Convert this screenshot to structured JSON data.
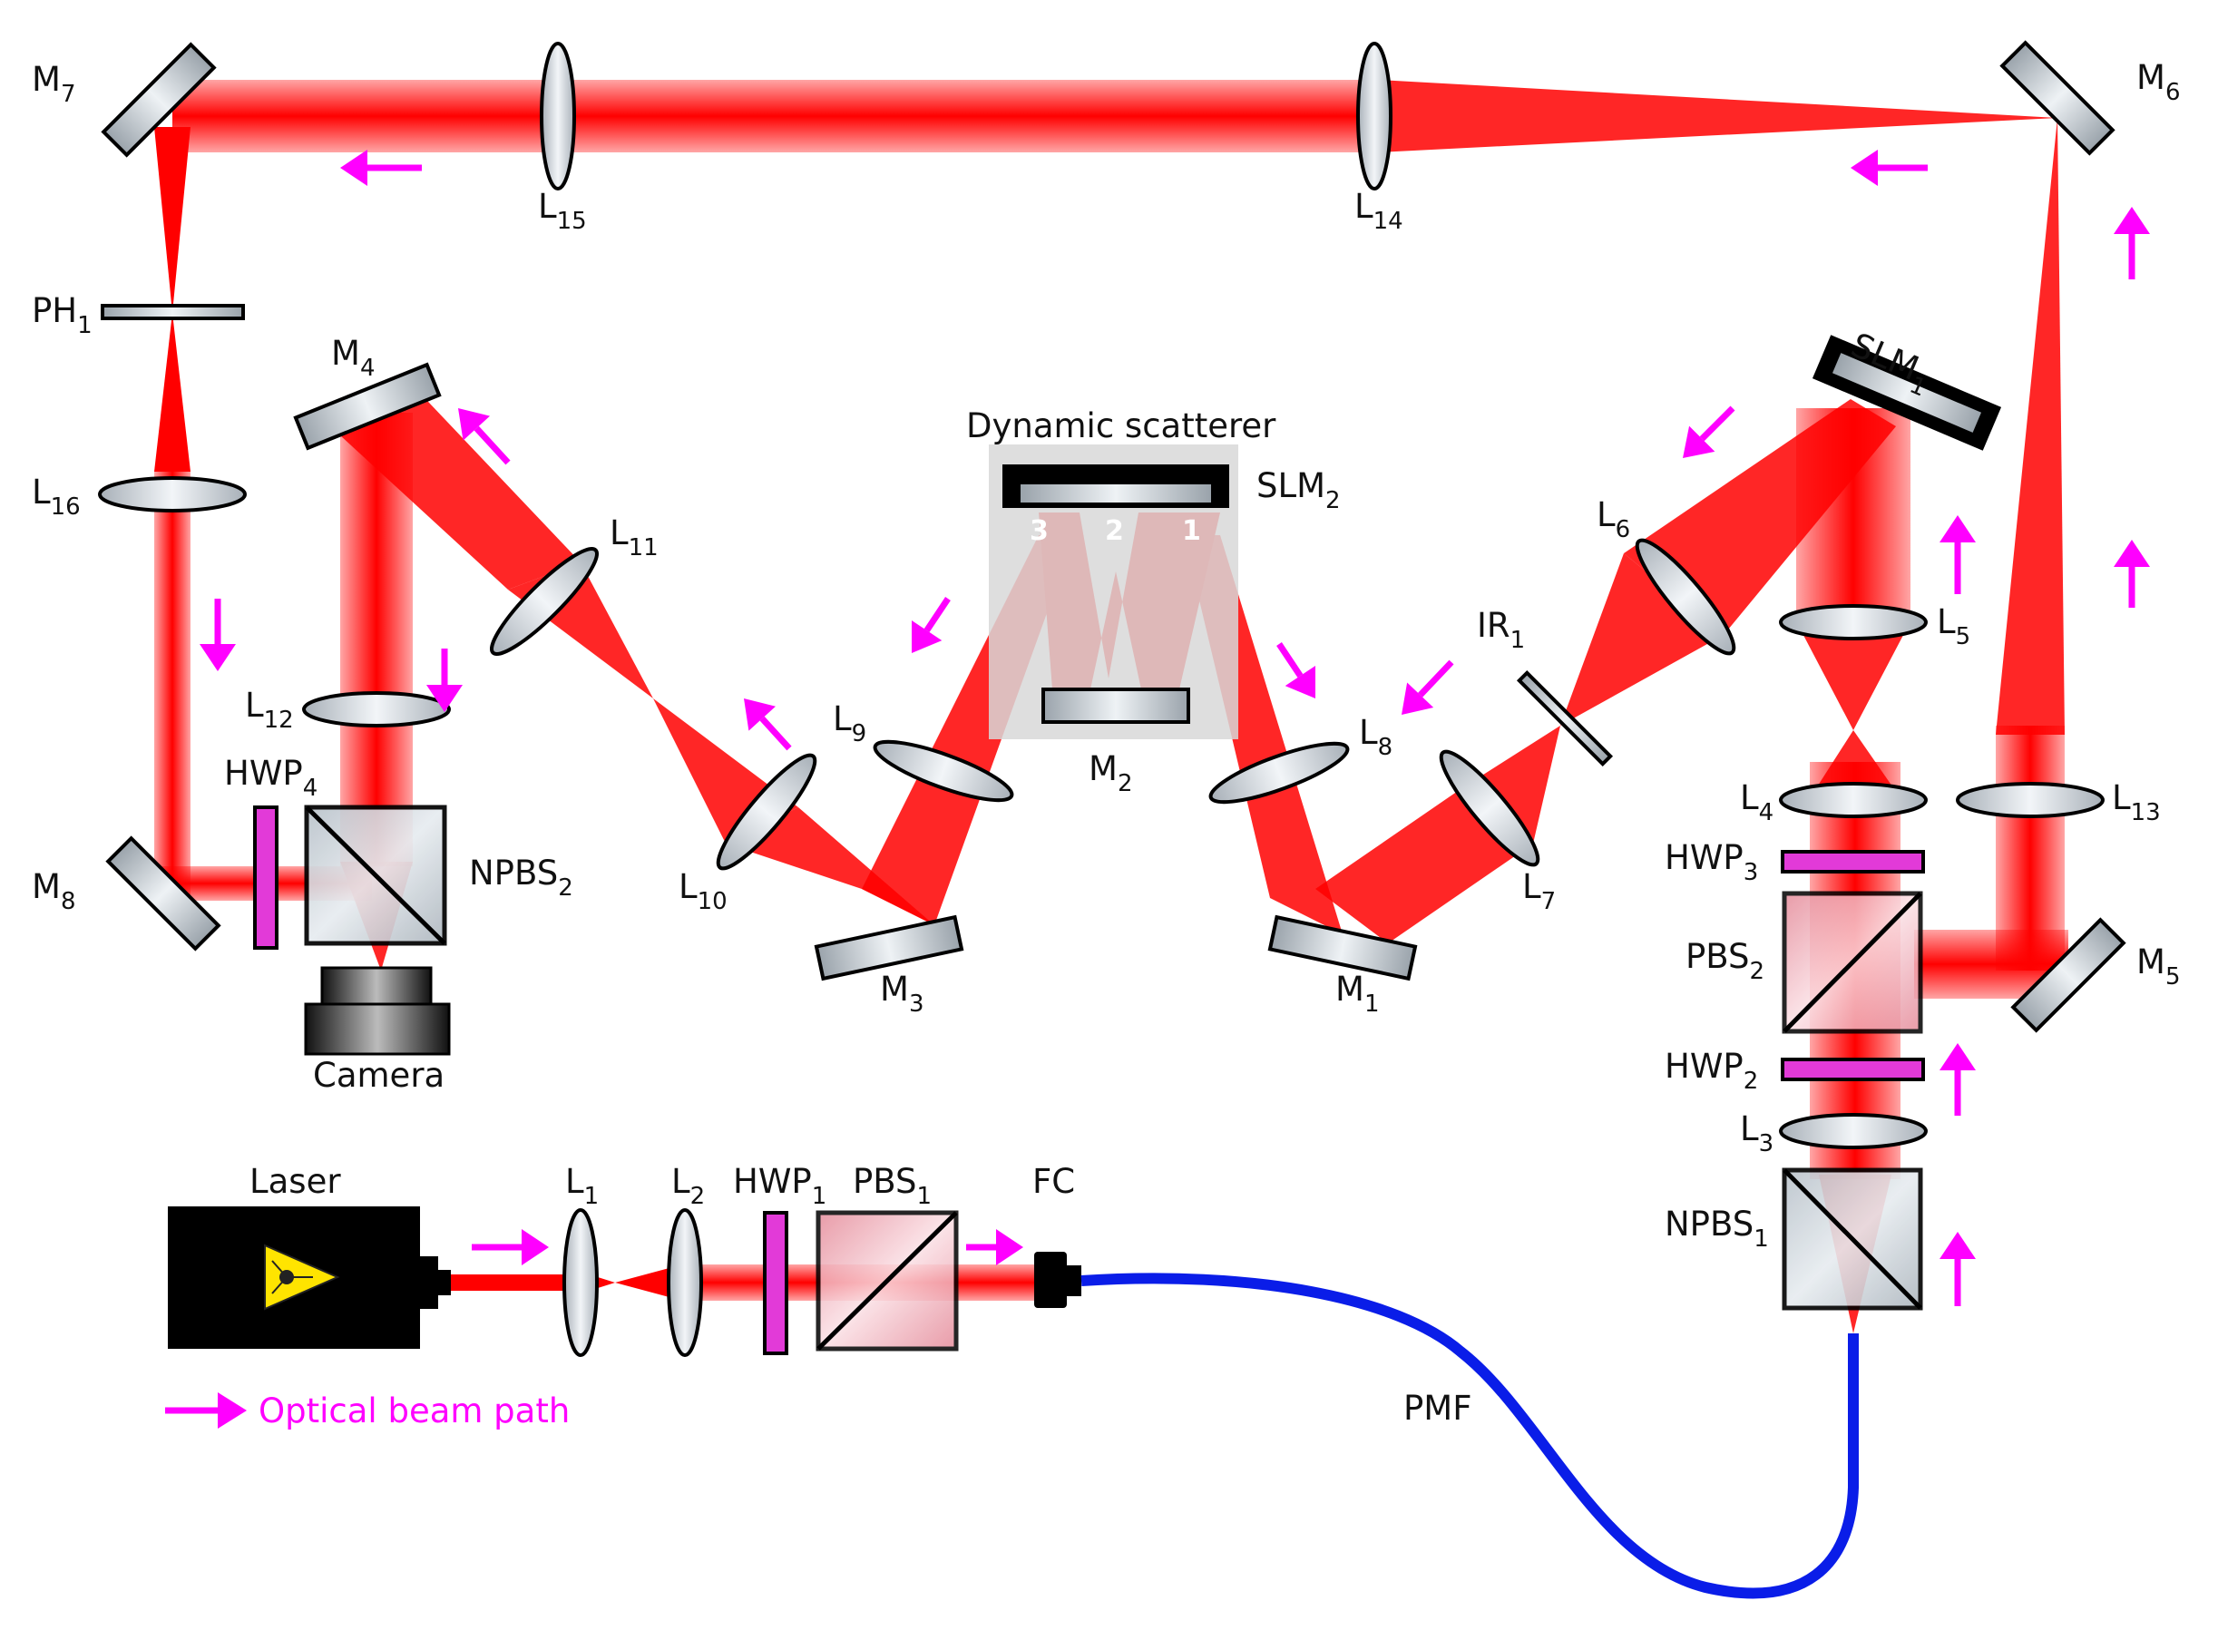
{
  "colors": {
    "beam": "#ff0000",
    "arrow": "#ff00ff",
    "fiber": "#0a1de8",
    "waveplate": "#e23ad8",
    "scatterer_box": "#d8d8d8"
  },
  "labels": {
    "M7": {
      "base": "M",
      "sub": "7"
    },
    "M6": {
      "base": "M",
      "sub": "6"
    },
    "M5": {
      "base": "M",
      "sub": "5"
    },
    "M4": {
      "base": "M",
      "sub": "4"
    },
    "M3": {
      "base": "M",
      "sub": "3"
    },
    "M2": {
      "base": "M",
      "sub": "2"
    },
    "M1": {
      "base": "M",
      "sub": "1"
    },
    "M8": {
      "base": "M",
      "sub": "8"
    },
    "L15": {
      "base": "L",
      "sub": "15"
    },
    "L14": {
      "base": "L",
      "sub": "14"
    },
    "L16": {
      "base": "L",
      "sub": "16"
    },
    "L13": {
      "base": "L",
      "sub": "13"
    },
    "L12": {
      "base": "L",
      "sub": "12"
    },
    "L11": {
      "base": "L",
      "sub": "11"
    },
    "L10": {
      "base": "L",
      "sub": "10"
    },
    "L9": {
      "base": "L",
      "sub": "9"
    },
    "L8": {
      "base": "L",
      "sub": "8"
    },
    "L7": {
      "base": "L",
      "sub": "7"
    },
    "L6": {
      "base": "L",
      "sub": "6"
    },
    "L5": {
      "base": "L",
      "sub": "5"
    },
    "L4": {
      "base": "L",
      "sub": "4"
    },
    "L3": {
      "base": "L",
      "sub": "3"
    },
    "L2": {
      "base": "L",
      "sub": "2"
    },
    "L1": {
      "base": "L",
      "sub": "1"
    },
    "PH1": {
      "base": "PH",
      "sub": "1"
    },
    "IR1": {
      "base": "IR",
      "sub": "1"
    },
    "SLM1": {
      "base": "SLM",
      "sub": "1"
    },
    "SLM2": {
      "base": "SLM",
      "sub": "2"
    },
    "HWP4": {
      "base": "HWP",
      "sub": "4"
    },
    "HWP3": {
      "base": "HWP",
      "sub": "3"
    },
    "HWP2": {
      "base": "HWP",
      "sub": "2"
    },
    "HWP1": {
      "base": "HWP",
      "sub": "1"
    },
    "NPBS2": {
      "base": "NPBS",
      "sub": "2"
    },
    "NPBS1": {
      "base": "NPBS",
      "sub": "1"
    },
    "PBS2": {
      "base": "PBS",
      "sub": "2"
    },
    "PBS1": {
      "base": "PBS",
      "sub": "1"
    },
    "camera": "Camera",
    "laser": "Laser",
    "fc": "FC",
    "pmf": "PMF",
    "dynamic_scatterer": "Dynamic scatterer",
    "legend": "Optical beam path",
    "bounce_1": "1",
    "bounce_2": "2",
    "bounce_3": "3"
  }
}
